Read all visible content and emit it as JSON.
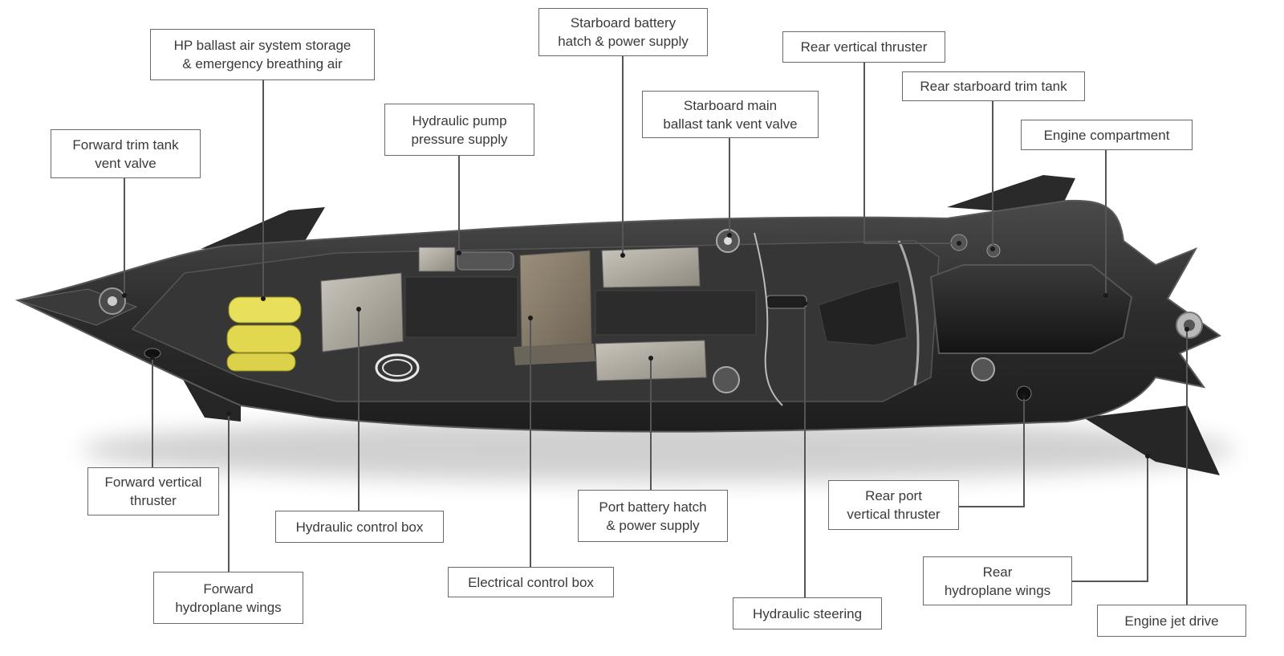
{
  "callouts": [
    {
      "id": "forward-trim-tank-vent-valve",
      "lines": [
        "Forward trim tank",
        "vent valve"
      ]
    },
    {
      "id": "hp-ballast-air-system",
      "lines": [
        "HP ballast air system storage",
        "& emergency breathing air"
      ]
    },
    {
      "id": "hydraulic-pump-pressure-supply",
      "lines": [
        "Hydraulic pump",
        "pressure supply"
      ]
    },
    {
      "id": "starboard-battery-hatch",
      "lines": [
        "Starboard battery",
        "hatch & power supply"
      ]
    },
    {
      "id": "starboard-main-ballast-vent",
      "lines": [
        "Starboard main",
        "ballast tank vent valve"
      ]
    },
    {
      "id": "rear-vertical-thruster",
      "lines": [
        "Rear vertical thruster"
      ]
    },
    {
      "id": "rear-starboard-trim-tank",
      "lines": [
        "Rear starboard trim tank"
      ]
    },
    {
      "id": "engine-compartment",
      "lines": [
        "Engine compartment"
      ]
    },
    {
      "id": "forward-vertical-thruster",
      "lines": [
        "Forward vertical",
        "thruster"
      ]
    },
    {
      "id": "hydraulic-control-box",
      "lines": [
        "Hydraulic control box"
      ]
    },
    {
      "id": "forward-hydroplane-wings",
      "lines": [
        "Forward",
        "hydroplane wings"
      ]
    },
    {
      "id": "electrical-control-box",
      "lines": [
        "Electrical control box"
      ]
    },
    {
      "id": "port-battery-hatch",
      "lines": [
        "Port battery hatch",
        "& power supply"
      ]
    },
    {
      "id": "hydraulic-steering",
      "lines": [
        "Hydraulic steering"
      ]
    },
    {
      "id": "rear-port-vertical-thruster",
      "lines": [
        "Rear port",
        "vertical thruster"
      ]
    },
    {
      "id": "rear-hydroplane-wings",
      "lines": [
        "Rear",
        "hydroplane wings"
      ]
    },
    {
      "id": "engine-jet-drive",
      "lines": [
        "Engine jet drive"
      ]
    }
  ],
  "colors": {
    "hull": "#2e2e2e",
    "hull_edge": "#5a5a5a",
    "deck": "#3a3a3a",
    "metal_box": "#a9a59c",
    "bronze_box": "#8a7d6c",
    "air_tanks": "#e8e05a",
    "leader_line": "#555555",
    "label_border": "#6a6a6a",
    "label_text": "#3a3a3a"
  }
}
